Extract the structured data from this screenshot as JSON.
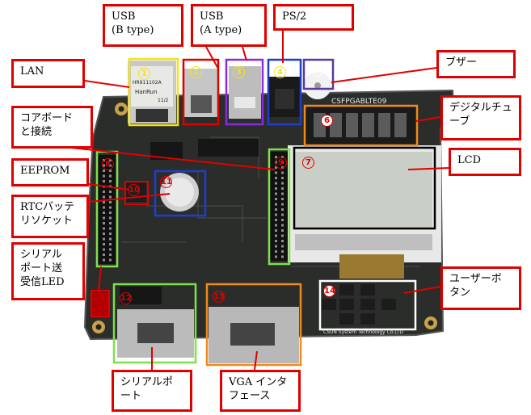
{
  "labels": {
    "usb_b": "USB\n(B type)",
    "usb_a": "USB\n(A type)",
    "ps2": "PS/2",
    "lan": "LAN",
    "buzzer": "ブザー",
    "core_board": "コアボード\nと接続",
    "digital_tube": "デジタルチュ\nーブ",
    "eeprom": "EEPROM",
    "lcd": "LCD",
    "rtc": "RTCバッテ\nリソケット",
    "serial_led": "シリアル\nポート送\n受信LED",
    "user_buttons": "ユーザーボ\nタン",
    "serial_port": "シリアルポ\nート",
    "vga": "VGA インタ\nフェース"
  },
  "board_text": {
    "company": "CSUN System Technology Co.LTD",
    "model": "CSFPGABLTE09",
    "lan_chip": "HR911102A",
    "lan_brand": "HanRun",
    "lan_date": "11/2"
  },
  "markers": [
    "1",
    "2",
    "3",
    "4",
    "5",
    "6",
    "7",
    "8",
    "9",
    "10",
    "11",
    "12",
    "13",
    "14"
  ],
  "colors": {
    "label_border": "#e00000",
    "yellow": "#f4e21a",
    "purple": "#8a2be2",
    "blue": "#1e3ecf",
    "orange": "#f08a1a",
    "green": "#7fe04a",
    "white": "#ffffff",
    "black": "#000000"
  }
}
